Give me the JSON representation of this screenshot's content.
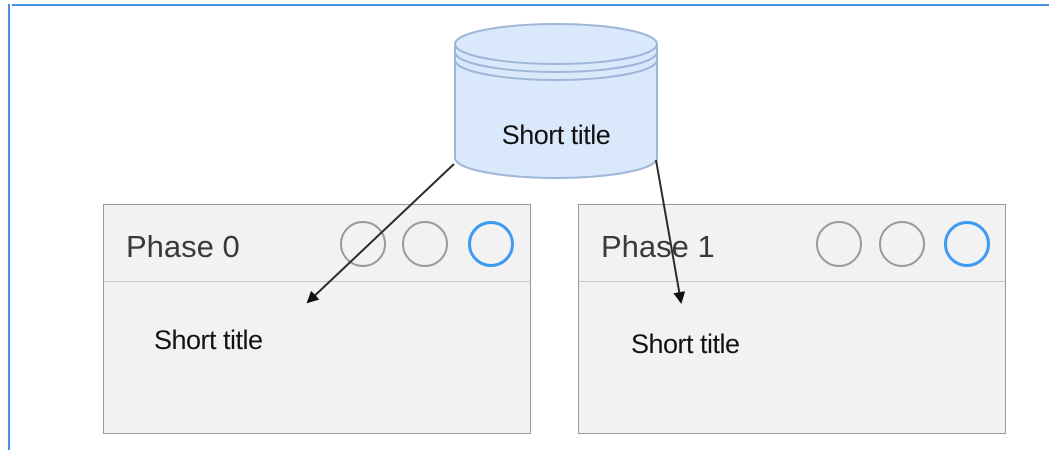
{
  "database": {
    "title": "Short title",
    "fill": "#dae8fc",
    "stroke": "#9fb6d9",
    "icon": "database-cylinder-icon"
  },
  "phases": [
    {
      "label": "Phase 0",
      "body_title": "Short title",
      "status_dots": [
        "inactive",
        "inactive",
        "active"
      ]
    },
    {
      "label": "Phase 1",
      "body_title": "Short title",
      "status_dots": [
        "inactive",
        "inactive",
        "active"
      ]
    }
  ],
  "colors": {
    "frame": "#4a90e2",
    "active_dot": "#3d9bf0",
    "inactive_dot": "#9a9a9a",
    "panel_fill": "#f2f2f2"
  }
}
